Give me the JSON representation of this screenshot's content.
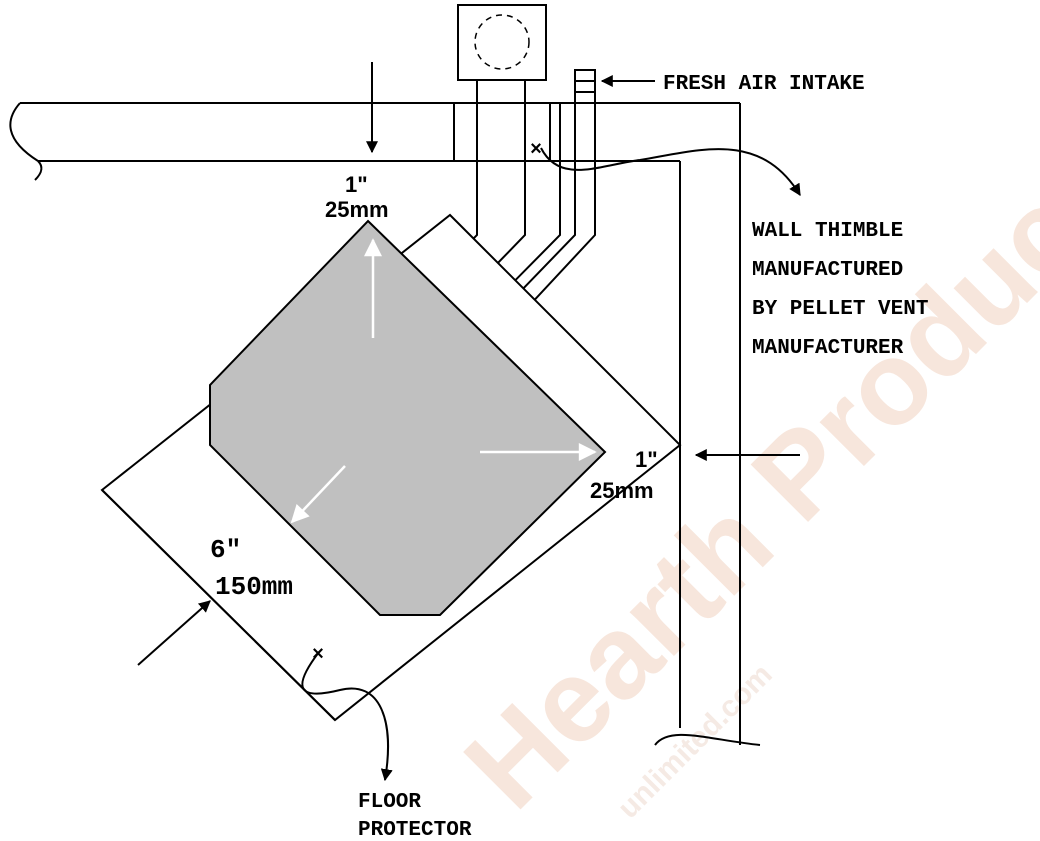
{
  "labels": {
    "fresh_air_intake": "FRESH AIR INTAKE",
    "wall_thimble": [
      "WALL THIMBLE",
      "MANUFACTURED",
      "BY PELLET VENT",
      "MANUFACTURER"
    ],
    "floor_protector": [
      "FLOOR",
      "PROTECTOR"
    ],
    "top_clearance": [
      "1\"",
      "25mm"
    ],
    "side_clearance": [
      "1\"",
      "25mm"
    ],
    "front_clearance": [
      "6\"",
      "150mm"
    ]
  },
  "watermark": {
    "main": "Hearth Products",
    "sub": "unlimited.com"
  },
  "colors": {
    "stove": "#c0c0c0",
    "line": "#000000",
    "watermark": "#f7e6dc"
  }
}
